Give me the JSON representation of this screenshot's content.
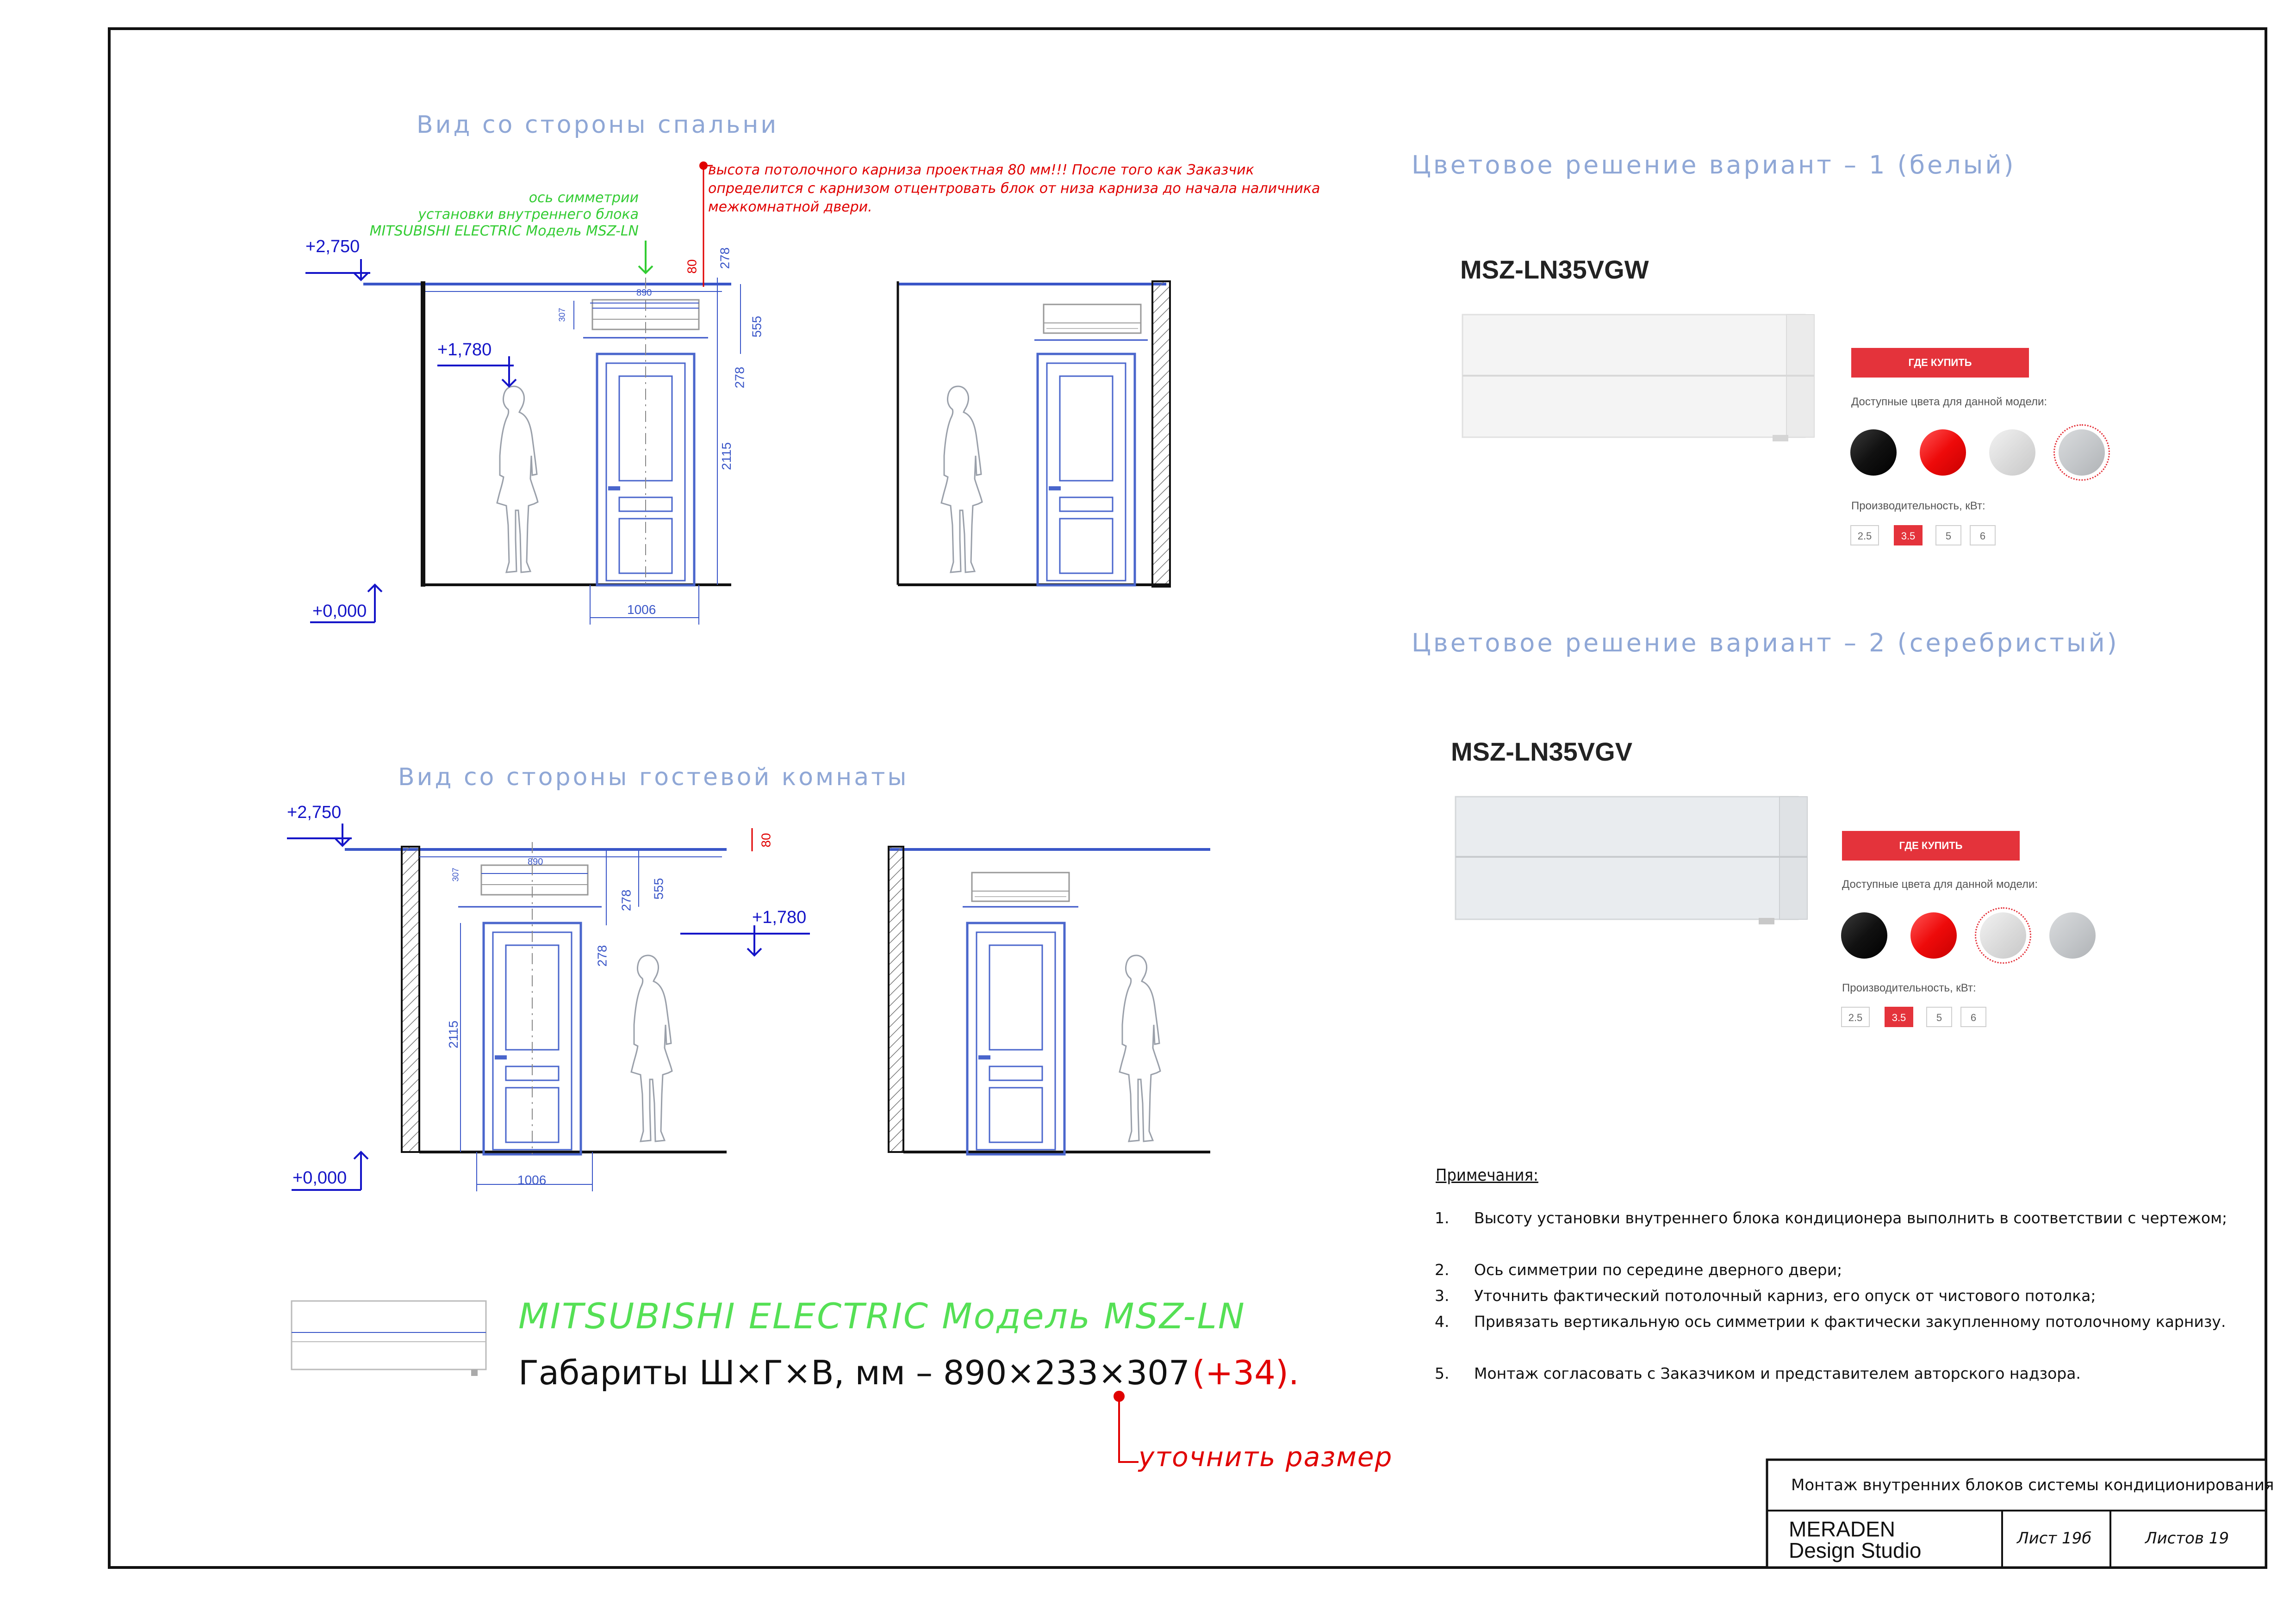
{
  "views": {
    "bedroom_title": "Вид со стороны спальни",
    "guest_title": "Вид со стороны гостевой комнаты"
  },
  "annotations": {
    "symmetry_axis": [
      "ось симметрии",
      "установки внутреннего блока",
      "MITSUBISHI ELECTRIC Модель MSZ-LN"
    ],
    "cornice_note": [
      "высота потолочного карниза проектная 80 мм!!! После того как Заказчик",
      "определится с карнизом отцентровать блок от низа карниза до начала наличника",
      "межкомнатной двери."
    ]
  },
  "levels": {
    "ceiling": "+2,750",
    "unit": "+1,780",
    "floor": "+0,000"
  },
  "dims": {
    "d80": "80",
    "d278": "278",
    "d555": "555",
    "d2115": "2115",
    "d1006": "1006",
    "d890": "890",
    "d307": "307"
  },
  "products": [
    {
      "title": "Цветовое решение вариант – 1 (белый)",
      "model": "MSZ-LN35VGW",
      "buy": "ГДЕ КУПИТЬ",
      "avail": "Доступные цвета для данной модели:",
      "power_label": "Производительность, кВт:",
      "powers": [
        "2.5",
        "3.5",
        "5",
        "6"
      ],
      "selected_power": "3.5",
      "selected_swatch": 3
    },
    {
      "title": "Цветовое решение вариант – 2 (серебристый)",
      "model": "MSZ-LN35VGV",
      "buy": "ГДЕ КУПИТЬ",
      "avail": "Доступные цвета для данной модели:",
      "power_label": "Производительность, кВт:",
      "powers": [
        "2.5",
        "3.5",
        "5",
        "6"
      ],
      "selected_power": "3.5",
      "selected_swatch": 2
    }
  ],
  "swatch_colors": [
    "#1a1a1a",
    "#f01010",
    "#dcdcdc",
    "#c8cacc"
  ],
  "notes": {
    "title": "Примечания:",
    "items": [
      {
        "num": "1.",
        "text": "Высоту установки внутреннего блока кондиционера выполнить в соответствии с чертежом;"
      },
      {
        "num": "2.",
        "text": "Ось симметрии по середине дверного двери;"
      },
      {
        "num": "3.",
        "text": "Уточнить фактический потолочный карниз, его опуск от чистового потолка;"
      },
      {
        "num": "4.",
        "text": "Привязать вертикальную ось симметрии к фактически закупленному потолочному карнизу."
      },
      {
        "num": "5.",
        "text": "Монтаж согласовать с Заказчиком и представителем авторского надзора."
      }
    ]
  },
  "unit_info": {
    "brand": "MITSUBISHI  ELECTRIC  Модель  MSZ-LN",
    "dims_text": "Габариты Ш×Г×В, мм – 890×233×307",
    "dims_extra": "(+34).",
    "clarify": "уточнить  размер"
  },
  "stamp": {
    "title": "Монтаж внутренних блоков системы кондиционирования",
    "studio_line1": "MERADEN",
    "studio_line2": "Design Studio",
    "sheet": "Лист 19б",
    "sheets": "Листов 19"
  },
  "colors": {
    "blue": "#1515c8",
    "line": "#3a56c8",
    "green": "#33cc33",
    "red": "#e00000",
    "brand_red": "#e4333b"
  }
}
